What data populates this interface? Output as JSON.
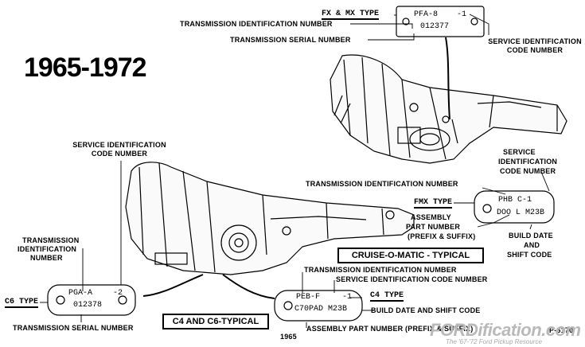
{
  "title": "1965-1972",
  "fx_mx": {
    "type_label": "FX & MX TYPE",
    "plate_code": "PFA-8",
    "plate_suffix": "-1",
    "plate_serial": "012377",
    "id_number": "TRANSMISSION IDENTIFICATION NUMBER",
    "serial_number": "TRANSMISSION SERIAL NUMBER",
    "service_code_1": "SERVICE IDENTIFICATION",
    "service_code_2": "CODE NUMBER"
  },
  "fmx": {
    "service_1": "SERVICE",
    "service_2": "IDENTIFICATION",
    "service_3": "CODE NUMBER",
    "id_number": "TRANSMISSION IDENTIFICATION NUMBER",
    "type_label": "FMX TYPE",
    "plate_code": "PHB C-1",
    "plate_line2": "DOO L M23B",
    "assembly_1": "ASSEMBLY",
    "assembly_2": "PART NUMBER",
    "assembly_3": "(PREFIX & SUFFIX)",
    "build_1": "BUILD DATE",
    "build_2": "AND",
    "build_3": "SHIFT CODE"
  },
  "cruise_o_matic": "CRUISE-O-MATIC - TYPICAL",
  "c6": {
    "service_1": "SERVICE IDENTIFICATION",
    "service_2": "CODE NUMBER",
    "id_1": "TRANSMISSION",
    "id_2": "IDENTIFICATION",
    "id_3": "NUMBER",
    "type_label": "C6 TYPE",
    "plate_code": "PGA-A",
    "plate_suffix": "-2",
    "plate_serial": "012378",
    "serial_number": "TRANSMISSION SERIAL NUMBER",
    "typical": "C4 AND C6-TYPICAL"
  },
  "c4": {
    "id_number": "TRANSMISSION IDENTIFICATION NUMBER",
    "service_code": "SERVICE IDENTIFICATION CODE NUMBER",
    "type_label": "C4 TYPE",
    "plate_code": "PEB-F",
    "plate_suffix": "-1",
    "plate_line2": "C70PAD  M23B",
    "build": "BUILD DATE AND SHIFT CODE",
    "assembly": "ASSEMBLY PART NUMBER (PREFIX & SUFFIX)",
    "year": "1965"
  },
  "figure_id": "P-6170",
  "watermark": "FORDification.com",
  "watermark_sub": "The '67-'72 Ford Pickup Resource"
}
